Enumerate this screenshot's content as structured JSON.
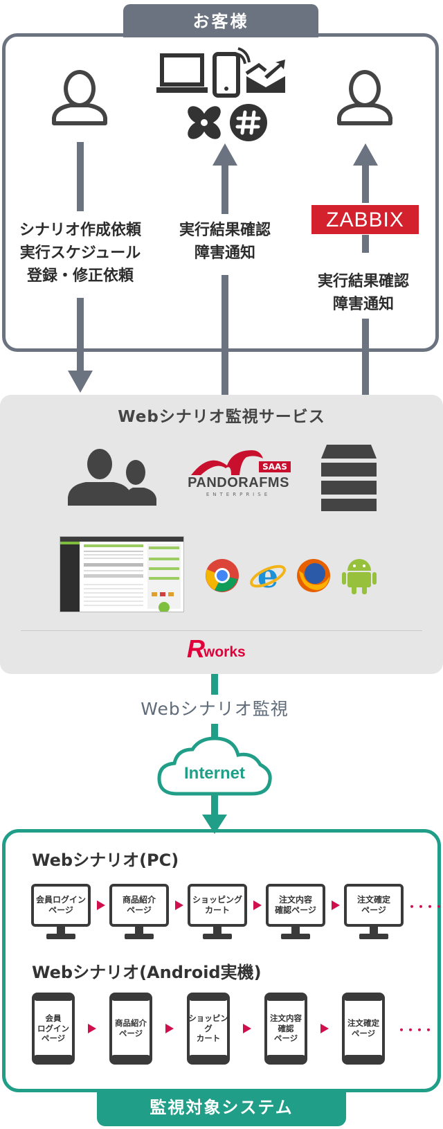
{
  "customer": {
    "tab_label": "お客様",
    "left_label": "シナリオ作成依頼\n実行スケジュール\n登録・修正依頼",
    "center_label": "実行結果確認\n障害通知",
    "right_label": "実行結果確認\n障害通知",
    "zabbix_logo": "ZABBIX",
    "device_icons": [
      "laptop-icon",
      "smartphone-icon",
      "mail-icon",
      "pinwheel-icon",
      "slack-icon"
    ]
  },
  "service": {
    "title": "Webシナリオ監視サービス",
    "pandora_logo": "PANDORAFMS",
    "pandora_sub": "ENTERPRISE",
    "pandora_badge": "SAAS",
    "browser_icons": [
      "chrome-icon",
      "internet-explorer-icon",
      "firefox-icon",
      "android-icon"
    ],
    "rworks_r": "R",
    "rworks_text": "works"
  },
  "flow": {
    "monitor_label": "Webシナリオ監視",
    "internet_label": "Internet"
  },
  "target": {
    "tab_label": "監視対象システム",
    "pc_title": "Webシナリオ(PC)",
    "pc_steps": [
      "会員ログイン\nページ",
      "商品紹介\nページ",
      "ショッピング\nカート",
      "注文内容\n確認ページ",
      "注文確定\nページ"
    ],
    "android_title": "Webシナリオ(Android実機)",
    "android_steps": [
      "会員\nログイン\nページ",
      "商品紹介\nページ",
      "ショッピング\nカート",
      "注文内容\n確認\nページ",
      "注文確定\nページ"
    ],
    "ellipsis": "・・・・"
  },
  "colors": {
    "gray_dark": "#6b7380",
    "teal": "#219e87",
    "zabbix_red": "#d3212d",
    "pink_arrow": "#d0104c",
    "rworks_red": "#e0003a"
  }
}
